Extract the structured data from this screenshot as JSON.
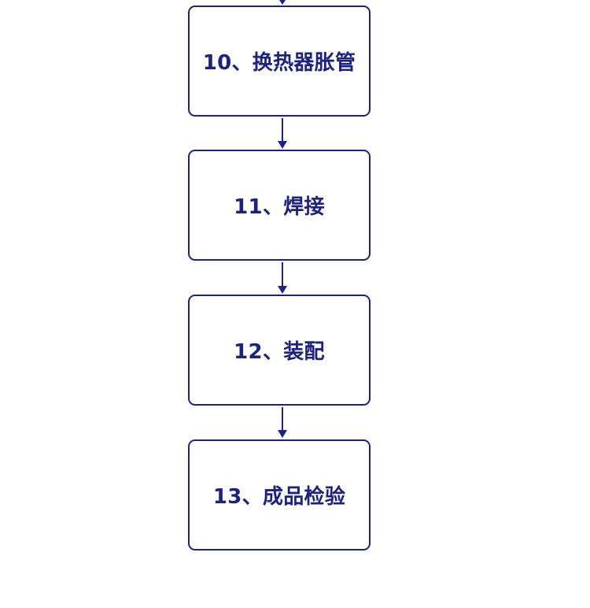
{
  "colors": {
    "primary": "#1c2283",
    "background": "#ffffff"
  },
  "steps": [
    {
      "label": "10、换热器胀管"
    },
    {
      "label": "11、焊接"
    },
    {
      "label": "12、装配"
    },
    {
      "label": "13、成品检验"
    }
  ]
}
